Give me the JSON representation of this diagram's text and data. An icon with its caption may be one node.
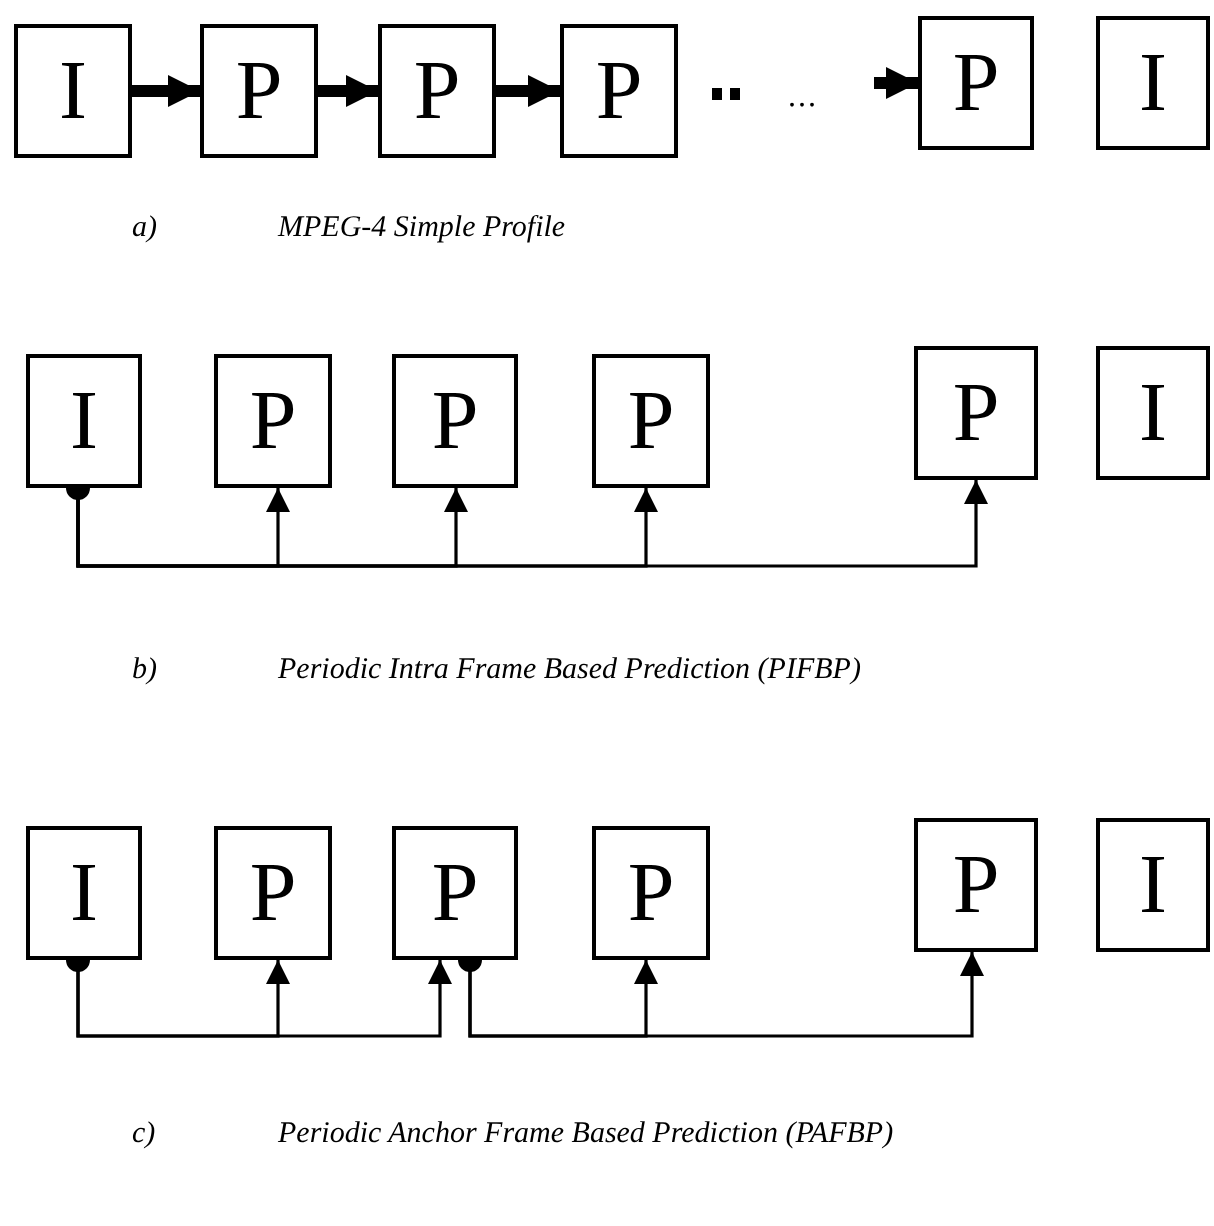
{
  "diagram": {
    "nodes": [
      {
        "text": [
          "I"
        ]
      },
      {
        "text": [
          "P"
        ]
      },
      {
        "text": [
          "P"
        ]
      },
      {
        "text": [
          "P"
        ]
      },
      {
        "text": [
          "P"
        ]
      },
      {
        "text": [
          "I"
        ]
      },
      {
        "text": [
          "I"
        ]
      },
      {
        "text": [
          "P"
        ]
      },
      {
        "text": [
          "P"
        ]
      },
      {
        "text": [
          "P"
        ]
      },
      {
        "text": [
          "P"
        ]
      },
      {
        "text": [
          "I"
        ]
      },
      {
        "text": [
          "I"
        ]
      },
      {
        "text": [
          "P"
        ]
      },
      {
        "text": [
          "P"
        ]
      },
      {
        "text": [
          "P"
        ]
      },
      {
        "text": [
          "P"
        ]
      },
      {
        "text": [
          "I"
        ]
      }
    ],
    "edges": [
      {
        "from": 0,
        "to": 1,
        "arrow": "to",
        "style": "thick"
      },
      {
        "from": 1,
        "to": 2,
        "arrow": "to",
        "style": "thick"
      },
      {
        "from": 2,
        "to": 3,
        "arrow": "to",
        "style": "thick"
      },
      {
        "from": null,
        "to": 4,
        "arrow": "to",
        "style": "thick"
      },
      {
        "from": 6,
        "to": 7,
        "arrow": "to"
      },
      {
        "from": 6,
        "to": 8,
        "arrow": "to"
      },
      {
        "from": 6,
        "to": 9,
        "arrow": "to"
      },
      {
        "from": 6,
        "to": 10,
        "arrow": "to"
      },
      {
        "from": 12,
        "to": 13,
        "arrow": "to"
      },
      {
        "from": 12,
        "to": 14,
        "arrow": "to"
      },
      {
        "from": 14,
        "to": 15,
        "arrow": "to"
      },
      {
        "from": 14,
        "to": 16,
        "arrow": "to"
      }
    ],
    "labels": [
      "...",
      "a)",
      "MPEG-4 Simple Profile",
      "b)",
      "Periodic Intra Frame Based Prediction (PIFBP)",
      "c)",
      "Periodic Anchor Frame Based Prediction (PAFBP)"
    ]
  }
}
